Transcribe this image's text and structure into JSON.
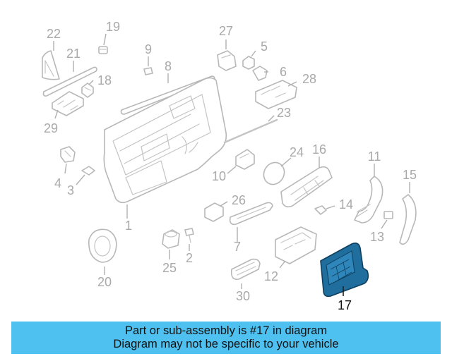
{
  "diagram": {
    "callouts": {
      "p1": "1",
      "p2": "2",
      "p3": "3",
      "p4": "4",
      "p5": "5",
      "p6": "6",
      "p7": "7",
      "p8": "8",
      "p9": "9",
      "p10": "10",
      "p11": "11",
      "p12": "12",
      "p13": "13",
      "p14": "14",
      "p15": "15",
      "p16": "16",
      "p17": "17",
      "p18": "18",
      "p19": "19",
      "p20": "20",
      "p21": "21",
      "p22": "22",
      "p23": "23",
      "p24": "24",
      "p25": "25",
      "p26": "26",
      "p27": "27",
      "p28": "28",
      "p29": "29",
      "p30": "30"
    },
    "highlighted_part": "17",
    "highlight_color": "#1f6e9e",
    "callout_color": "#a9a9a9"
  },
  "banner": {
    "line1": "Part or sub-assembly is #17 in diagram",
    "line2": "Diagram may not be specific to your vehicle",
    "background": "#4fc1f1"
  }
}
